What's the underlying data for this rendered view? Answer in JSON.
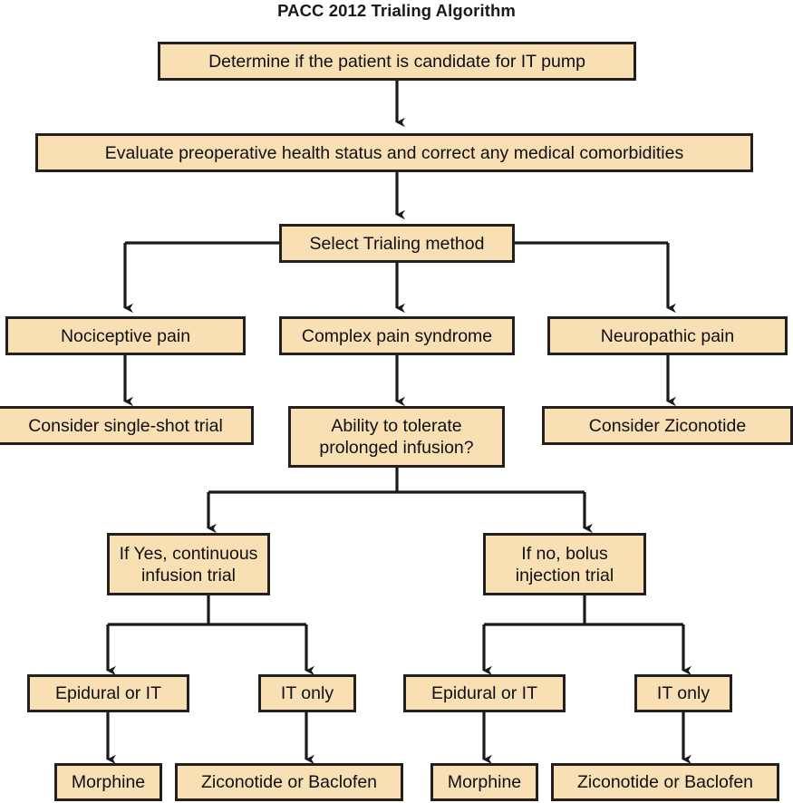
{
  "diagram": {
    "title": "PACC 2012 Trialing Algorithm",
    "colors": {
      "node_fill": "#F8DFB4",
      "node_border": "#231F1C",
      "connector": "#1A1A1A",
      "text": "#101010",
      "background": "#FFFFFF"
    },
    "nodes": [
      {
        "id": "candidate",
        "label": "Determine if the patient is candidate for IT pump"
      },
      {
        "id": "evaluate",
        "label": "Evaluate preoperative health status and correct any medical comorbidities"
      },
      {
        "id": "select_method",
        "label": "Select Trialing method"
      },
      {
        "id": "nociceptive",
        "label": "Nociceptive pain"
      },
      {
        "id": "complex",
        "label": "Complex pain syndrome"
      },
      {
        "id": "neuropathic",
        "label": "Neuropathic pain"
      },
      {
        "id": "single_shot",
        "label": "Consider single-shot trial"
      },
      {
        "id": "tolerate",
        "label": "Ability to tolerate prolonged infusion?"
      },
      {
        "id": "ziconotide_np",
        "label": "Consider Ziconotide"
      },
      {
        "id": "if_yes",
        "label": "If Yes, continuous infusion trial"
      },
      {
        "id": "if_no",
        "label": "If no, bolus injection trial"
      },
      {
        "id": "epidural_left",
        "label": "Epidural or IT"
      },
      {
        "id": "it_only_left",
        "label": "IT only"
      },
      {
        "id": "epidural_right",
        "label": "Epidural or IT"
      },
      {
        "id": "it_only_right",
        "label": "IT only"
      },
      {
        "id": "morphine_left",
        "label": "Morphine"
      },
      {
        "id": "zicon_baclofen_l",
        "label": "Ziconotide or Baclofen"
      },
      {
        "id": "morphine_right",
        "label": "Morphine"
      },
      {
        "id": "zicon_baclofen_r",
        "label": "Ziconotide or Baclofen"
      }
    ],
    "edges": [
      {
        "from": "candidate",
        "to": "evaluate"
      },
      {
        "from": "evaluate",
        "to": "select_method"
      },
      {
        "from": "select_method",
        "to": "nociceptive"
      },
      {
        "from": "select_method",
        "to": "complex"
      },
      {
        "from": "select_method",
        "to": "neuropathic"
      },
      {
        "from": "nociceptive",
        "to": "single_shot"
      },
      {
        "from": "complex",
        "to": "tolerate"
      },
      {
        "from": "neuropathic",
        "to": "ziconotide_np"
      },
      {
        "from": "tolerate",
        "to": "if_yes"
      },
      {
        "from": "tolerate",
        "to": "if_no"
      },
      {
        "from": "if_yes",
        "to": "epidural_left"
      },
      {
        "from": "if_yes",
        "to": "it_only_left"
      },
      {
        "from": "if_no",
        "to": "epidural_right"
      },
      {
        "from": "if_no",
        "to": "it_only_right"
      },
      {
        "from": "epidural_left",
        "to": "morphine_left"
      },
      {
        "from": "it_only_left",
        "to": "zicon_baclofen_l"
      },
      {
        "from": "epidural_right",
        "to": "morphine_right"
      },
      {
        "from": "it_only_right",
        "to": "zicon_baclofen_r"
      }
    ]
  }
}
